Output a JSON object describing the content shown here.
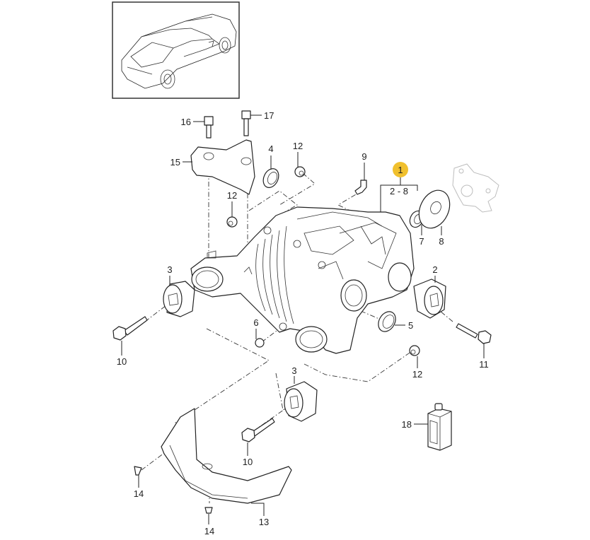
{
  "diagram": {
    "title": "Rear axle differential assembly",
    "highlight_color": "#F0C02E",
    "assembly": {
      "number": "1",
      "range": "2 - 8"
    },
    "labels": {
      "p2": "2",
      "p3a": "3",
      "p3b": "3",
      "p4": "4",
      "p5": "5",
      "p6": "6",
      "p7": "7",
      "p8": "8",
      "p9": "9",
      "p10a": "10",
      "p10b": "10",
      "p11": "11",
      "p12a": "12",
      "p12b": "12",
      "p12c": "12",
      "p13": "13",
      "p14a": "14",
      "p14b": "14",
      "p15": "15",
      "p16": "16",
      "p17": "17",
      "p18": "18"
    }
  }
}
